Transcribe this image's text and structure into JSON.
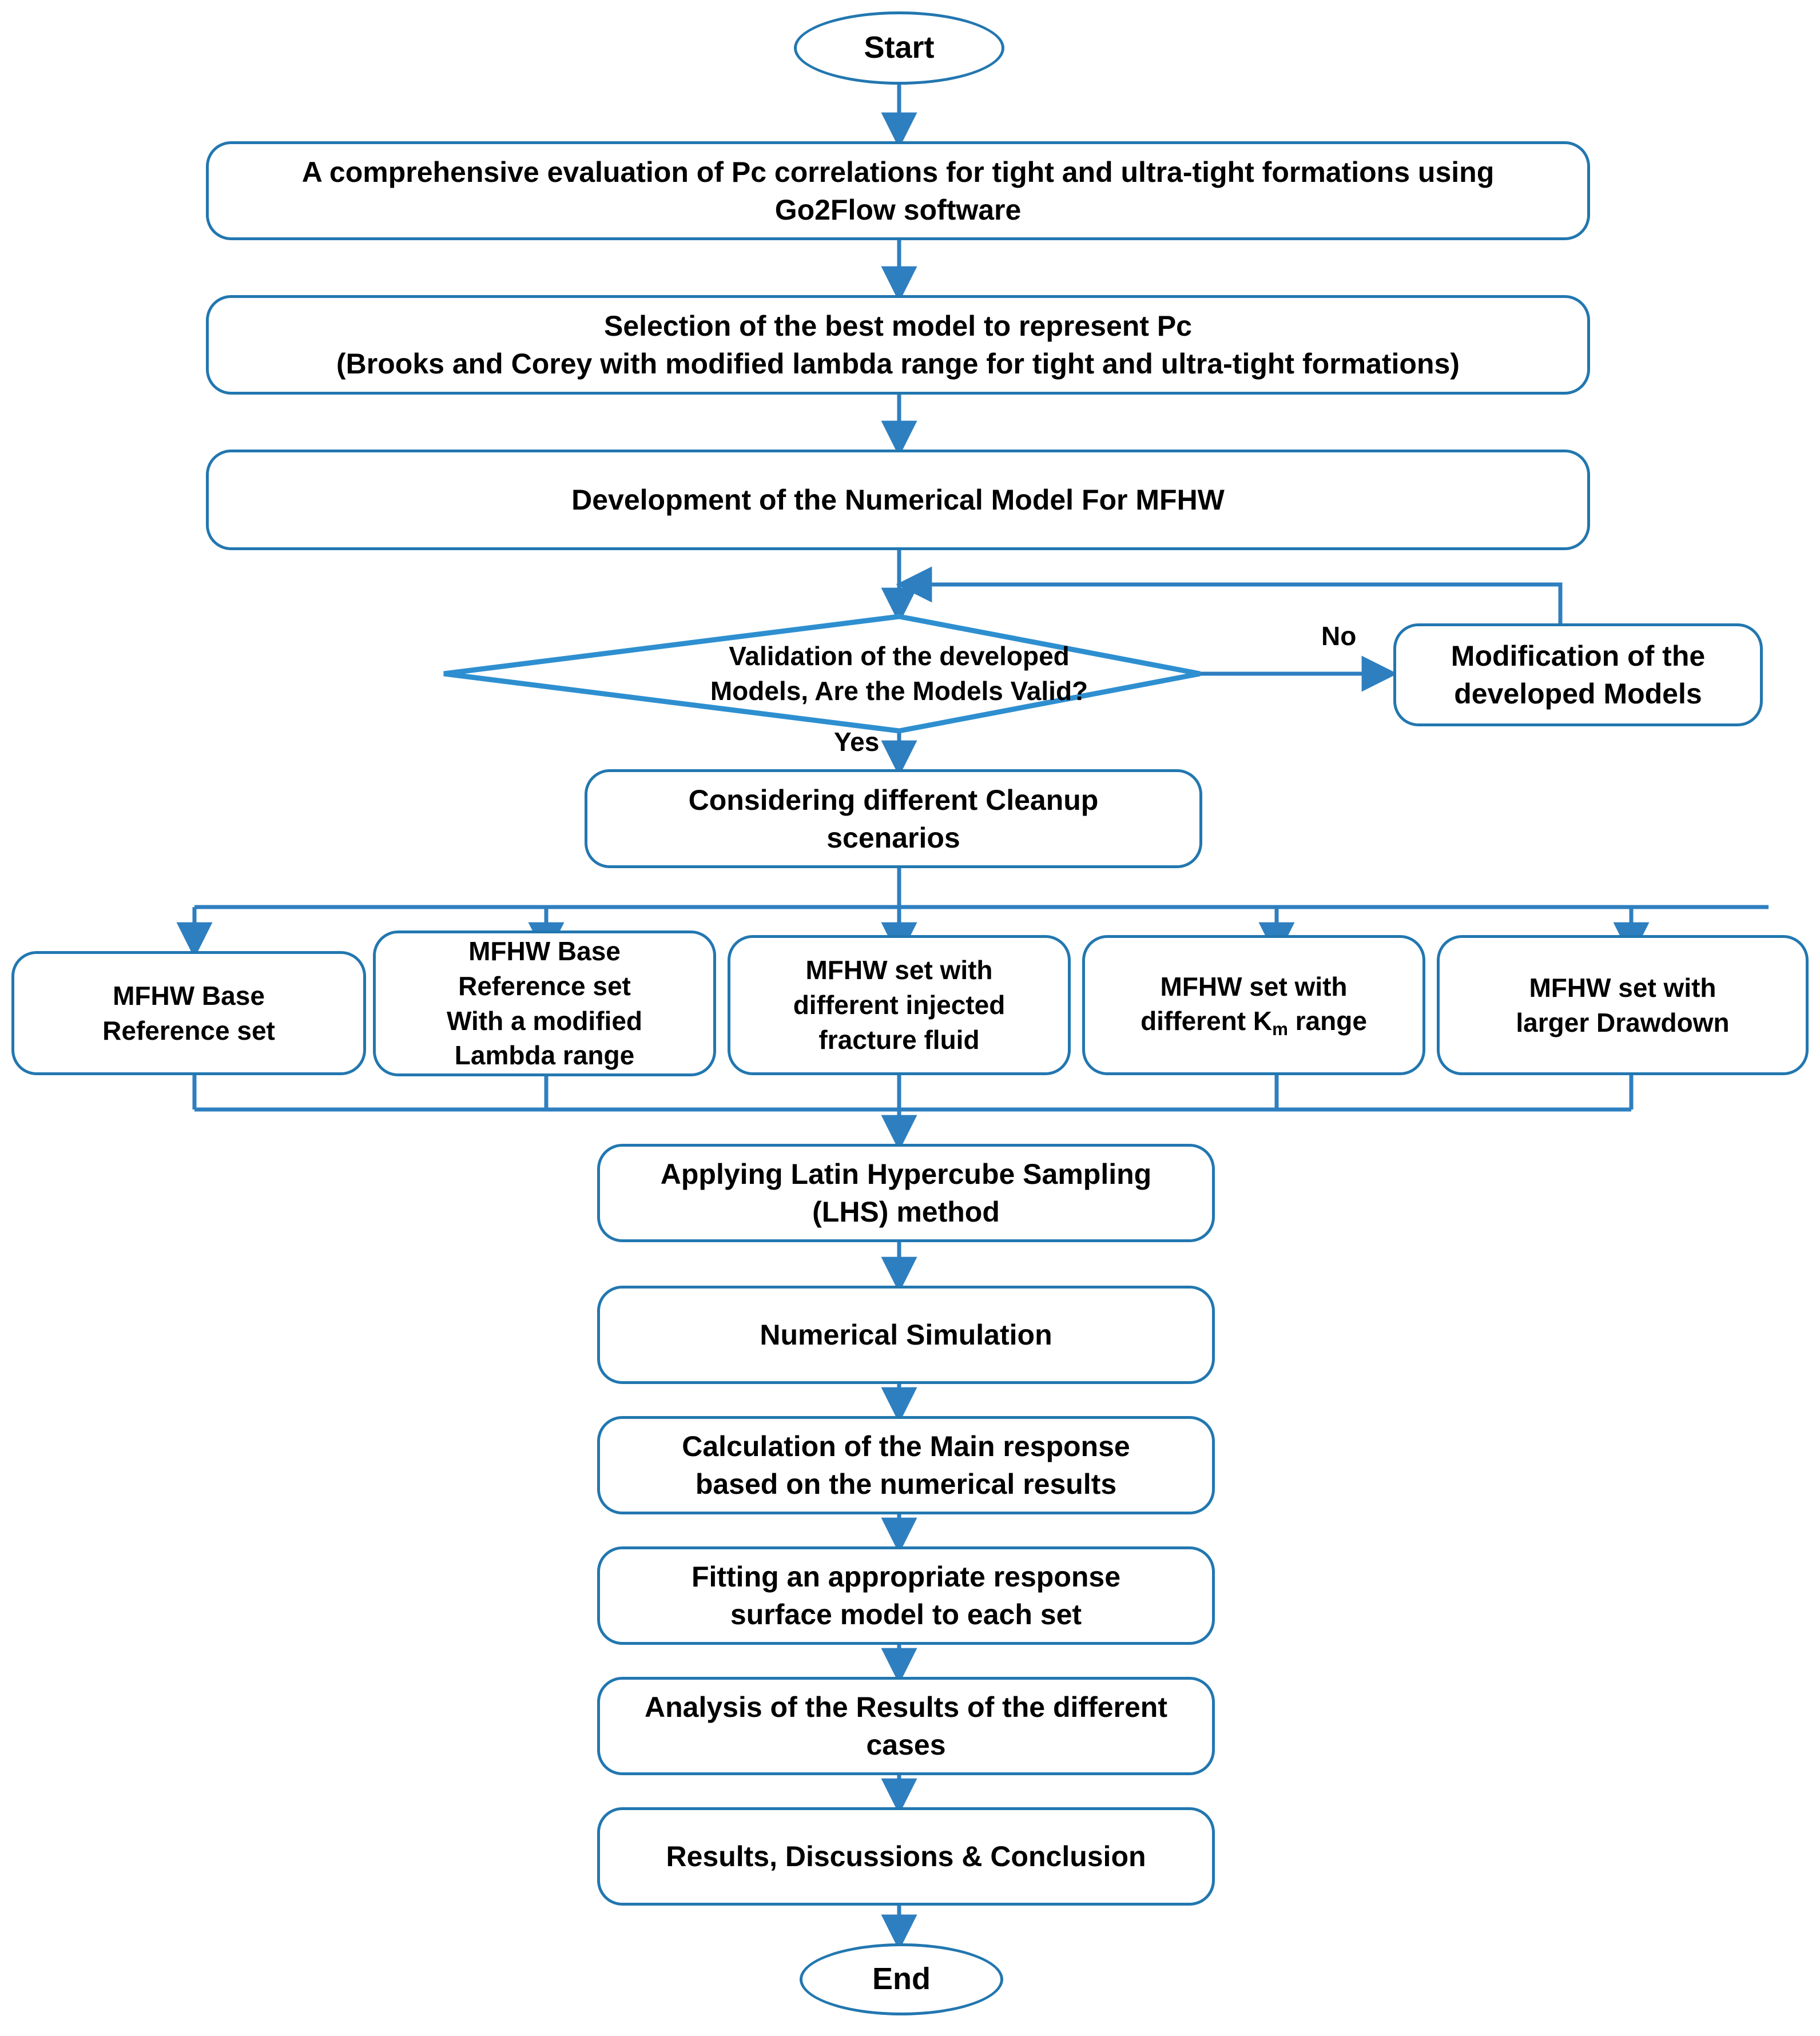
{
  "diagram": {
    "title": "Research workflow flowchart",
    "accent_color": "#2277B0",
    "text_color": "#000000",
    "background_color": "#FFFFFF"
  },
  "nodes": {
    "start": {
      "label": "Start",
      "shape": "terminator"
    },
    "step1": {
      "line1": "A comprehensive evaluation of Pc correlations for tight and ultra-tight formations using",
      "line2": "Go2Flow software",
      "shape": "process"
    },
    "step2": {
      "line1": "Selection of the best model to represent Pc",
      "line2": "(Brooks and Corey with modified lambda range for tight and ultra-tight formations)",
      "shape": "process"
    },
    "step3": {
      "label": "Development of the Numerical Model For MFHW",
      "shape": "process"
    },
    "decision": {
      "line1": "Validation of the developed",
      "line2": "Models, Are the Models Valid?",
      "shape": "decision"
    },
    "modification": {
      "line1": "Modification of the",
      "line2": "developed Models",
      "shape": "process"
    },
    "cleanup": {
      "line1": "Considering different  Cleanup",
      "line2": "scenarios",
      "shape": "process"
    },
    "lhs": {
      "line1": "Applying Latin Hypercube Sampling",
      "line2": "(LHS) method",
      "shape": "process"
    },
    "simulation": {
      "label": "Numerical Simulation",
      "shape": "process"
    },
    "calculation": {
      "line1": "Calculation of the Main response",
      "line2": "based on the numerical results",
      "shape": "process"
    },
    "fitting": {
      "line1": "Fitting an appropriate response",
      "line2": "surface model to each set",
      "shape": "process"
    },
    "analysis": {
      "line1": "Analysis of the Results of the different",
      "line2": "cases",
      "shape": "process"
    },
    "results": {
      "label": "Results, Discussions & Conclusion",
      "shape": "process"
    },
    "end": {
      "label": "End",
      "shape": "terminator"
    }
  },
  "branches": [
    {
      "id": "branch-1",
      "line1": "MFHW Base",
      "line2": "Reference set",
      "line3": "",
      "line4": ""
    },
    {
      "id": "branch-2",
      "line1": "MFHW Base",
      "line2": "Reference set",
      "line3": "With a modified",
      "line4": "Lambda range"
    },
    {
      "id": "branch-3",
      "line1": "MFHW set with",
      "line2": "different injected",
      "line3": "fracture fluid",
      "line4": ""
    },
    {
      "id": "branch-4",
      "line1": "MFHW set with",
      "line2": "different K",
      "line2_sub": "m",
      "line2_tail": " range",
      "line3": "",
      "line4": ""
    },
    {
      "id": "branch-5",
      "line1": "MFHW set with",
      "line2": "larger Drawdown",
      "line3": "",
      "line4": ""
    }
  ],
  "edge_labels": {
    "no": "No",
    "yes": "Yes"
  }
}
